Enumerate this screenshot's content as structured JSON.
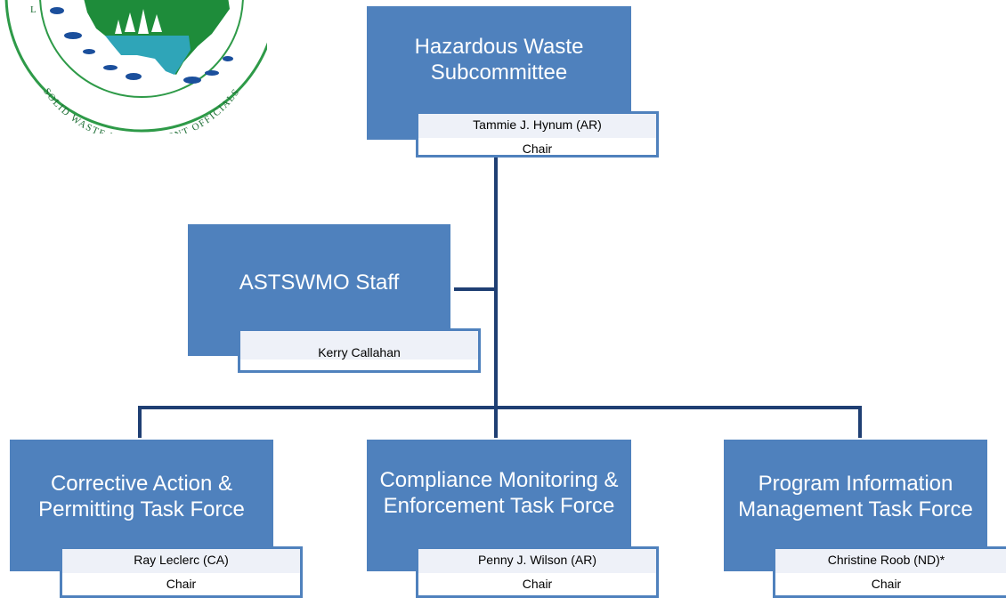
{
  "seal": {
    "text_top": "L",
    "text_bottom": "SOLID WASTE MANAGEMENT OFFICIALS",
    "colors": {
      "ring": "#2e9a48",
      "land": "#1e8c3a",
      "water": "#2fa5b8",
      "islands": "#1b4f9c"
    }
  },
  "top": {
    "title": "Hazardous Waste Subcommittee",
    "name": "Tammie J. Hynum  (AR)",
    "role": "Chair"
  },
  "staff": {
    "title": "ASTSWMO Staff",
    "name": "Kerry Callahan"
  },
  "task_forces": [
    {
      "title": "Corrective Action & Permitting Task Force",
      "name": "Ray Leclerc (CA)",
      "role": "Chair"
    },
    {
      "title": "Compliance Monitoring & Enforcement Task Force",
      "name": "Penny J. Wilson (AR)",
      "role": "Chair"
    },
    {
      "title": "Program Information Management Task Force",
      "name": "Christine Roob (ND)*",
      "role": "Chair"
    }
  ],
  "colors": {
    "box": "#4f81bd",
    "connector": "#1f3f73",
    "band": "#eef1f8"
  }
}
